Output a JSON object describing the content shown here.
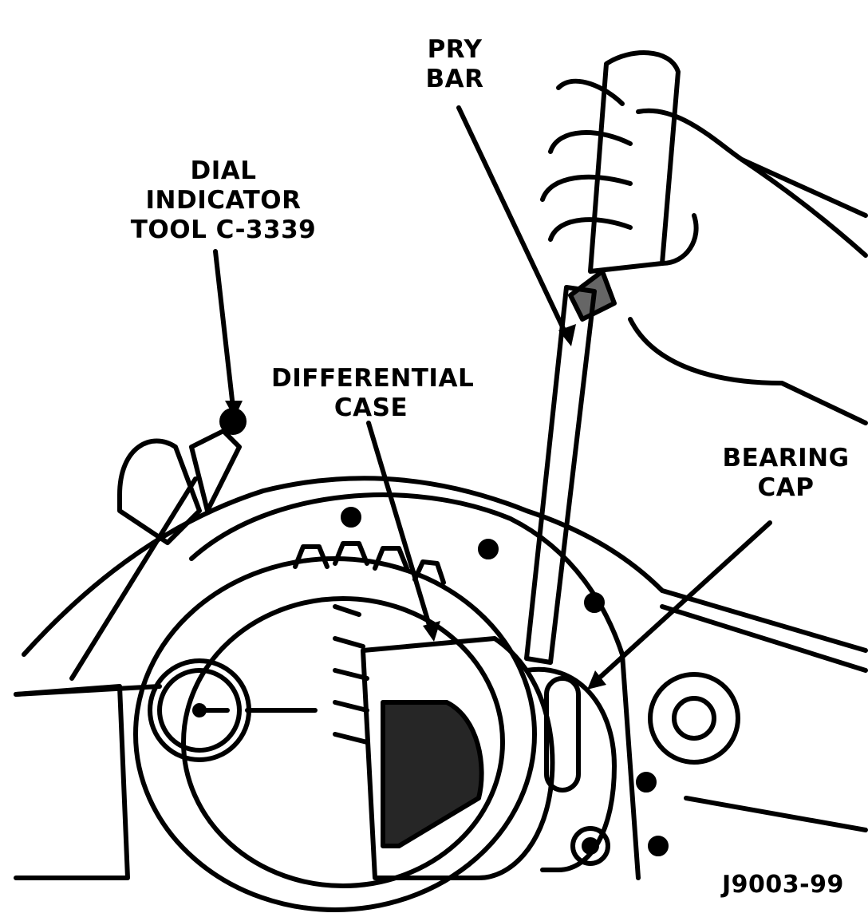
{
  "labels": {
    "pry_bar": [
      "PRY",
      "BAR"
    ],
    "dial_indicator": [
      "DIAL",
      "INDICATOR",
      "TOOL C-3339"
    ],
    "differential_case": [
      "DIFFERENTIAL",
      "CASE"
    ],
    "bearing_cap": [
      "BEARING",
      "CAP"
    ],
    "figure_code": "J9003-99"
  },
  "colors": {
    "ink": "#000000",
    "paper": "#ffffff"
  }
}
